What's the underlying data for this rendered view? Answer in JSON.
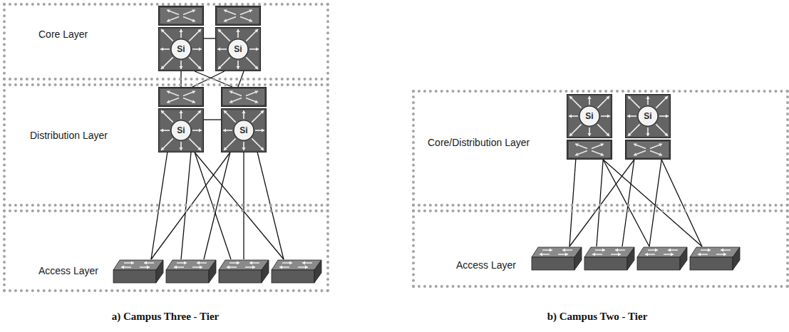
{
  "diagram": {
    "nodes": [
      {
        "text": [
          "Core Layer"
        ]
      },
      {
        "text": [
          "Si"
        ],
        "in": 0
      },
      {
        "text": [
          "Si"
        ],
        "in": 0
      },
      {
        "text": [
          "Distribution Layer"
        ]
      },
      {
        "text": [
          "Si"
        ],
        "in": 3
      },
      {
        "text": [
          "Si"
        ],
        "in": 3
      },
      {
        "text": [
          "Access Layer"
        ]
      },
      {
        "text": [],
        "in": 6
      },
      {
        "text": [],
        "in": 6
      },
      {
        "text": [],
        "in": 6
      },
      {
        "text": [],
        "in": 6
      },
      {
        "text": [
          "Core/Distribution Layer"
        ]
      },
      {
        "text": [
          "Si"
        ],
        "in": 11
      },
      {
        "text": [
          "Si"
        ],
        "in": 11
      },
      {
        "text": [
          "Access Layer"
        ]
      },
      {
        "text": [],
        "in": 14
      },
      {
        "text": [],
        "in": 14
      },
      {
        "text": [],
        "in": 14
      },
      {
        "text": [],
        "in": 14
      }
    ],
    "edges": [
      {
        "from": 1,
        "to": 2,
        "arrow": "none"
      },
      {
        "from": 1,
        "to": 4,
        "arrow": "none"
      },
      {
        "from": 1,
        "to": 5,
        "arrow": "none"
      },
      {
        "from": 2,
        "to": 4,
        "arrow": "none"
      },
      {
        "from": 2,
        "to": 5,
        "arrow": "none"
      },
      {
        "from": 4,
        "to": 5,
        "arrow": "none"
      },
      {
        "from": 4,
        "to": 7,
        "arrow": "none"
      },
      {
        "from": 4,
        "to": 8,
        "arrow": "none"
      },
      {
        "from": 4,
        "to": 9,
        "arrow": "none"
      },
      {
        "from": 4,
        "to": 10,
        "arrow": "none"
      },
      {
        "from": 5,
        "to": 7,
        "arrow": "none"
      },
      {
        "from": 5,
        "to": 8,
        "arrow": "none"
      },
      {
        "from": 5,
        "to": 9,
        "arrow": "none"
      },
      {
        "from": 5,
        "to": 10,
        "arrow": "none"
      },
      {
        "from": 12,
        "to": 15,
        "arrow": "none"
      },
      {
        "from": 12,
        "to": 16,
        "arrow": "none"
      },
      {
        "from": 12,
        "to": 17,
        "arrow": "none"
      },
      {
        "from": 12,
        "to": 18,
        "arrow": "none"
      },
      {
        "from": 13,
        "to": 15,
        "arrow": "none"
      },
      {
        "from": 13,
        "to": 16,
        "arrow": "none"
      },
      {
        "from": 13,
        "to": 17,
        "arrow": "none"
      },
      {
        "from": 13,
        "to": 18,
        "arrow": "none"
      }
    ],
    "labels": [
      "a) Campus Three - Tier",
      "b) Campus Two - Tier"
    ]
  }
}
